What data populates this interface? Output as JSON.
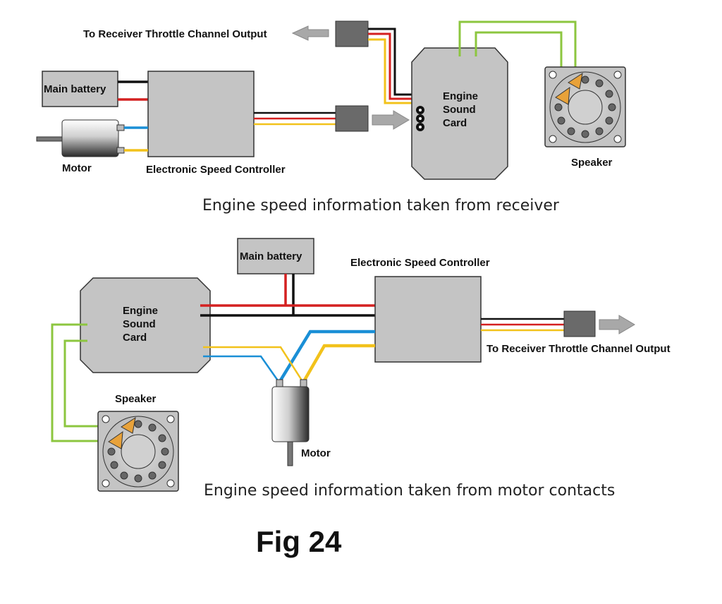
{
  "colors": {
    "box": "#c4c4c4",
    "box_stroke": "#333333",
    "red": "#d42020",
    "black": "#111111",
    "blue": "#1a8fd6",
    "yellow": "#f2c21b",
    "green": "#8cc63f",
    "white_wire": "#ffffff",
    "arrow": "#a8a8a8"
  },
  "top": {
    "throttle_label": "To Receiver Throttle Channel Output",
    "battery_label": "Main battery",
    "esc_label": "Electronic Speed Controller",
    "motor_label": "Motor",
    "sound_card_lines": [
      "Engine",
      "Sound",
      "Card"
    ],
    "speaker_label": "Speaker",
    "caption": "Engine speed information taken from receiver"
  },
  "bottom": {
    "battery_label": "Main battery",
    "esc_label": "Electronic Speed Controller",
    "sound_card_lines": [
      "Engine",
      "Sound",
      "Card"
    ],
    "throttle_label": "To Receiver Throttle Channel Output",
    "speaker_label": "Speaker",
    "motor_label": "Motor",
    "caption": "Engine speed information taken from motor contacts"
  },
  "figure_label": "Fig 24"
}
